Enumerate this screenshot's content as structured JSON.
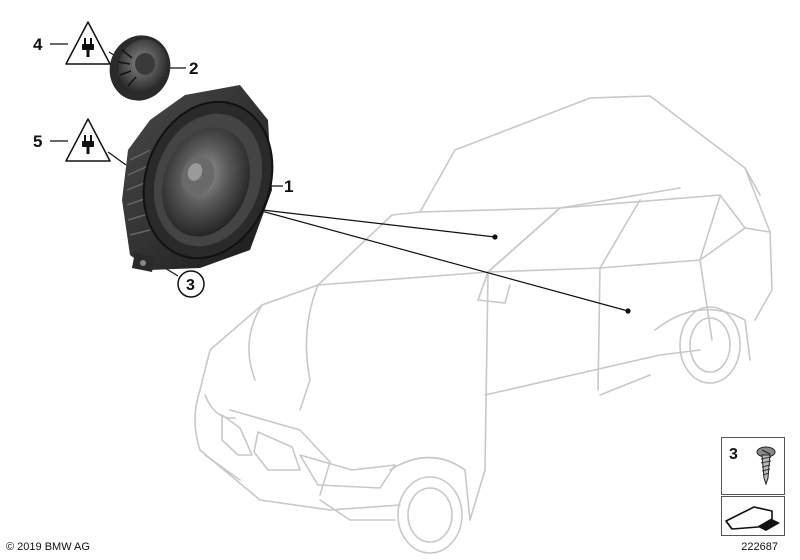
{
  "callouts": {
    "c1": "1",
    "c2": "2",
    "c3": "3",
    "c4": "4",
    "c5": "5"
  },
  "legend": {
    "screw_number": "3"
  },
  "footer": {
    "copyright": "© 2019 BMW AG",
    "diagram_number": "222687"
  },
  "colors": {
    "car_outline": "#c8c8c8",
    "part_dark": "#2b2b2b",
    "line": "#111111"
  },
  "icons": [
    "electrical-plug-warning-icon",
    "self-tapping-screw-icon",
    "arrow-wedge-icon"
  ]
}
